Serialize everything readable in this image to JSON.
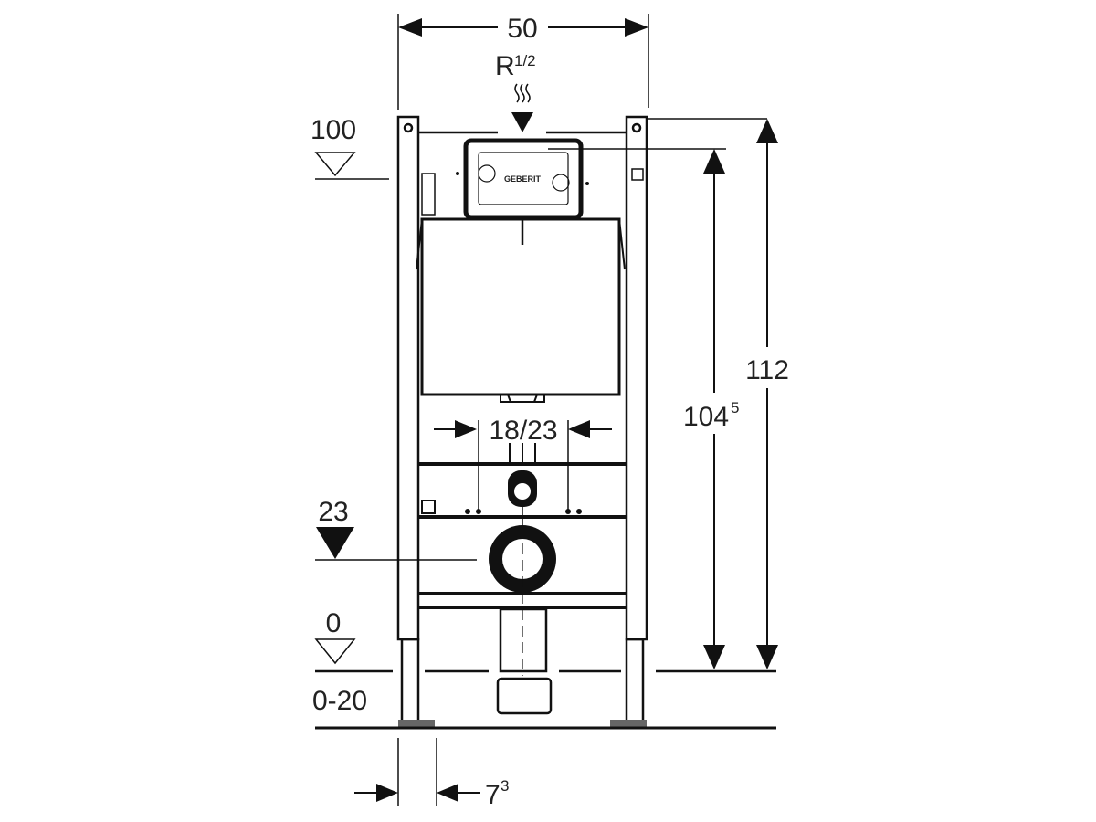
{
  "dimensions": {
    "width": "50",
    "connection_main": "R",
    "connection_fraction": "1/2",
    "level_top": "100",
    "level_outlet": "23",
    "level_floor": "0",
    "floor_range": "0-20",
    "leg_offset_main": "7",
    "leg_offset_sup": "3",
    "drain_spacing": "18/23",
    "plate_height_main": "104",
    "plate_height_sup": "5",
    "total_height": "112"
  },
  "logo": "GEBERIT",
  "colors": {
    "line": "#111111",
    "background": "#ffffff"
  }
}
